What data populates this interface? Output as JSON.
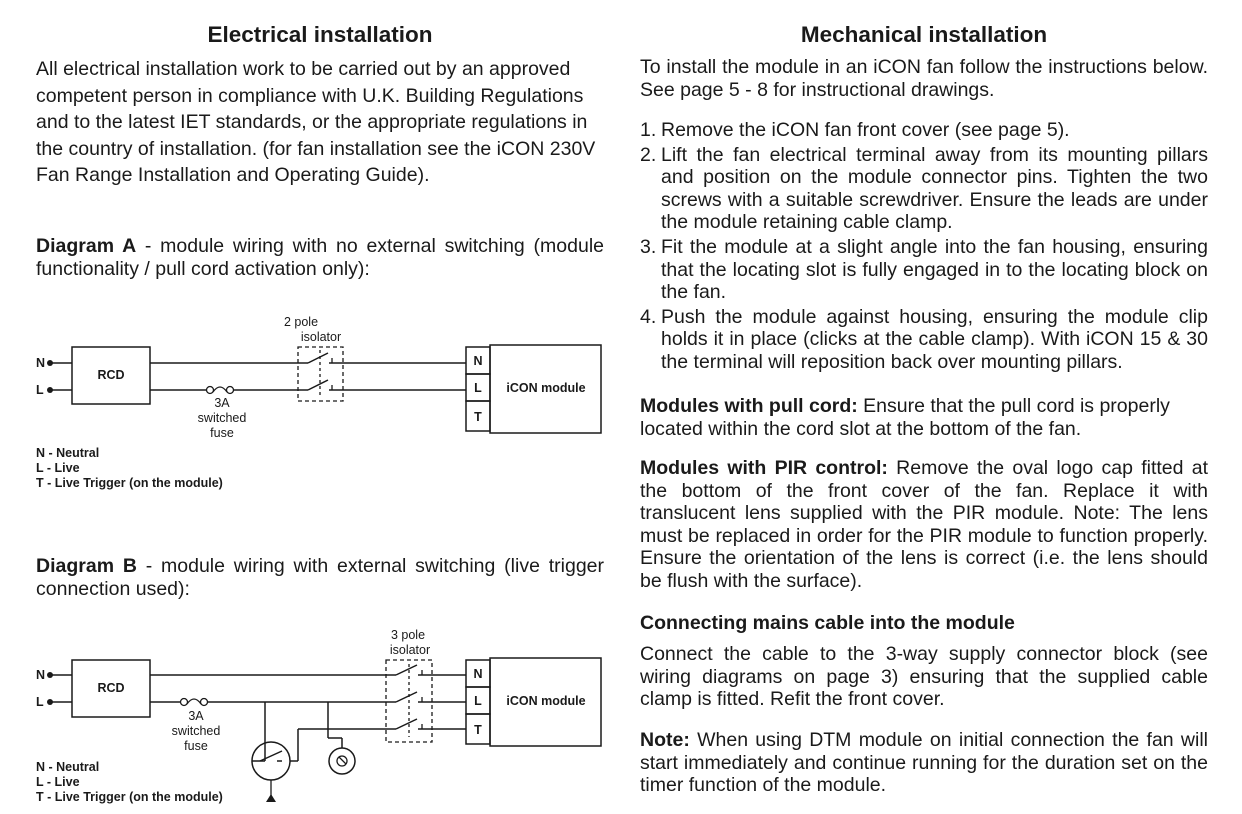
{
  "left": {
    "heading": "Electrical installation",
    "intro": "All electrical installation work to be carried out by an approved competent person in compliance with U.K. Building Regulations and to the latest IET standards, or the appropriate regulations in the country of installation. (for fan installation see the iCON 230V Fan Range Installation and Operating Guide).",
    "diagram_a": {
      "label": "Diagram A",
      "desc": " - module wiring with no external switching (module functionality / pull cord activation only):",
      "isolator_line1": "2 pole",
      "isolator_line2": "isolator",
      "rcd": "RCD",
      "fuse_line1": "3A",
      "fuse_line2": "switched",
      "fuse_line3": "fuse",
      "n": "N",
      "l": "L",
      "t": "T",
      "module": "iCON module",
      "legend": [
        "N - Neutral",
        "L - Live",
        "T - Live Trigger (on the module)"
      ]
    },
    "diagram_b": {
      "label": "Diagram B",
      "desc": " - module wiring with external switching (live trigger connection used):",
      "isolator_line1": "3 pole",
      "isolator_line2": "isolator",
      "rcd": "RCD",
      "fuse_line1": "3A",
      "fuse_line2": "switched",
      "fuse_line3": "fuse",
      "n": "N",
      "l": "L",
      "t": "T",
      "module": "iCON module",
      "legend": [
        "N - Neutral",
        "L - Live",
        "T - Live Trigger (on the module)"
      ]
    }
  },
  "right": {
    "heading": "Mechanical installation",
    "intro": "To install the module in an iCON fan follow the instructions below. See page 5 - 8 for instructional drawings.",
    "steps": [
      {
        "num": "1.",
        "text": "Remove the iCON fan front cover (see page 5)."
      },
      {
        "num": "2.",
        "text": "Lift the fan electrical terminal away from its mounting pillars and position on the module connector pins. Tighten the two screws with a suitable screwdriver. Ensure the leads are under the module retaining cable clamp."
      },
      {
        "num": "3.",
        "text": "Fit the module at a slight angle into the fan housing, ensuring that the locating slot is fully engaged in to the locating block on the fan."
      },
      {
        "num": "4.",
        "text": "Push the module against housing, ensuring the module clip holds it in place (clicks at the cable clamp). With iCON 15 & 30 the terminal will reposition back over mounting pillars."
      }
    ],
    "pull_cord_label": "Modules with pull cord:",
    "pull_cord_text": " Ensure that the pull cord is properly located within the cord slot at the bottom of the fan.",
    "pir_label": "Modules with PIR control:",
    "pir_text": " Remove the oval logo cap fitted at the bottom of the front cover of the fan. Replace it with translucent lens supplied with the PIR module. Note: The lens must be replaced in order for the PIR module to function properly. Ensure the orientation of the lens is correct (i.e. the lens should be flush with the surface).",
    "mains_heading": "Connecting mains cable into the module",
    "mains_text": "Connect the cable to the 3-way supply connector block (see wiring diagrams on page 3) ensuring that the supplied cable clamp is fitted. Refit the front cover.",
    "note_label": "Note:",
    "note_text": " When using DTM module on initial connection the fan will start immediately and continue running for the duration set on the timer function of the module."
  }
}
